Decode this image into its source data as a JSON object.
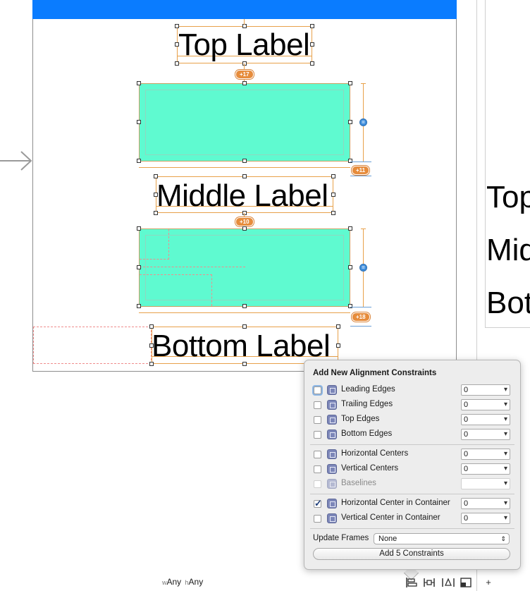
{
  "canvas": {
    "top_label": "Top Label",
    "middle_label": "Middle Label",
    "bottom_label": "Bottom Label",
    "badges": {
      "b1": "+17",
      "b2": "+11",
      "b3": "+10",
      "b4": "+18"
    },
    "equal_symbol": "=",
    "entry_arrow_icon": "arrow-right-icon",
    "colors": {
      "navbar": "#0a7cff",
      "view_fill": "#5ffad0",
      "constraint": "#e8a14a"
    }
  },
  "preview": {
    "line1": "Top",
    "line2": "Mid",
    "line3": "Bot"
  },
  "popover": {
    "title": "Add New Alignment Constraints",
    "rows": [
      {
        "label": "Leading Edges",
        "value": "0",
        "checked": false
      },
      {
        "label": "Trailing Edges",
        "value": "0",
        "checked": false
      },
      {
        "label": "Top Edges",
        "value": "0",
        "checked": false
      },
      {
        "label": "Bottom Edges",
        "value": "0",
        "checked": false
      },
      {
        "label": "Horizontal Centers",
        "value": "0",
        "checked": false
      },
      {
        "label": "Vertical Centers",
        "value": "0",
        "checked": false
      },
      {
        "label": "Baselines",
        "value": "",
        "checked": false
      },
      {
        "label": "Horizontal Center in Container",
        "value": "0",
        "checked": true
      },
      {
        "label": "Vertical Center in Container",
        "value": "0",
        "checked": false
      }
    ],
    "update_frames_label": "Update Frames",
    "update_frames_value": "None",
    "add_button": "Add 5 Constraints"
  },
  "bottom_bar": {
    "w_prefix": "w",
    "w_value": "Any",
    "h_prefix": "h",
    "h_value": "Any",
    "icons": [
      "align-icon",
      "pin-icon",
      "resolve-icon",
      "resize-icon",
      "plus-icon"
    ],
    "plus": "+"
  }
}
